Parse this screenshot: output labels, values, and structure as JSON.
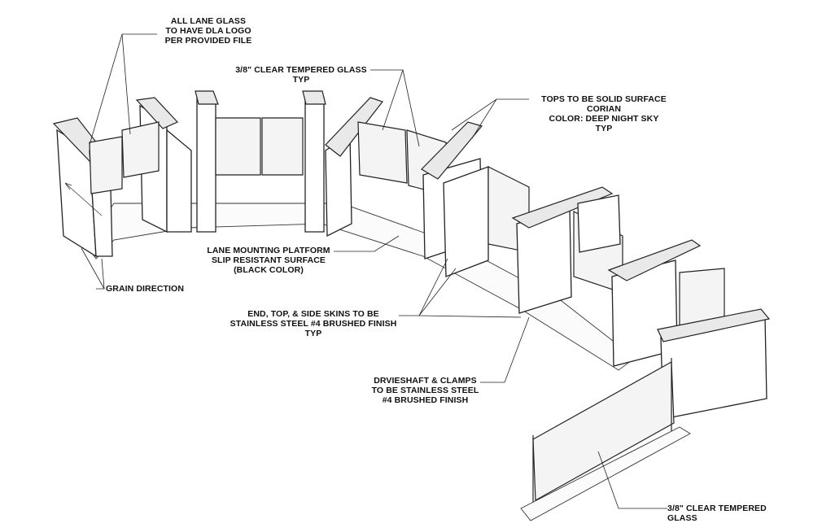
{
  "callouts": {
    "lane_glass_logo": "ALL LANE GLASS\nTO HAVE DLA LOGO\nPER PROVIDED FILE",
    "clear_glass_typ": "3/8\" CLEAR TEMPERED GLASS\nTYP",
    "tops_corian": "TOPS TO BE SOLID SURFACE\nCORIAN\nCOLOR: DEEP NIGHT SKY\nTYP",
    "mounting_platform": "LANE MOUNTING PLATFORM\nSLIP RESISTANT SURFACE\n(BLACK COLOR)",
    "grain_direction": "GRAIN DIRECTION",
    "skins_stainless": "END, TOP, & SIDE SKINS TO BE\nSTAINLESS STEEL #4 BRUSHED FINISH\nTYP",
    "driveshaft": "DRVIESHAFT & CLAMPS\nTO BE STAINLESS STEEL\n#4 BRUSHED FINISH",
    "clear_glass_bottom": "3/8\" CLEAR TEMPERED GLASS"
  }
}
